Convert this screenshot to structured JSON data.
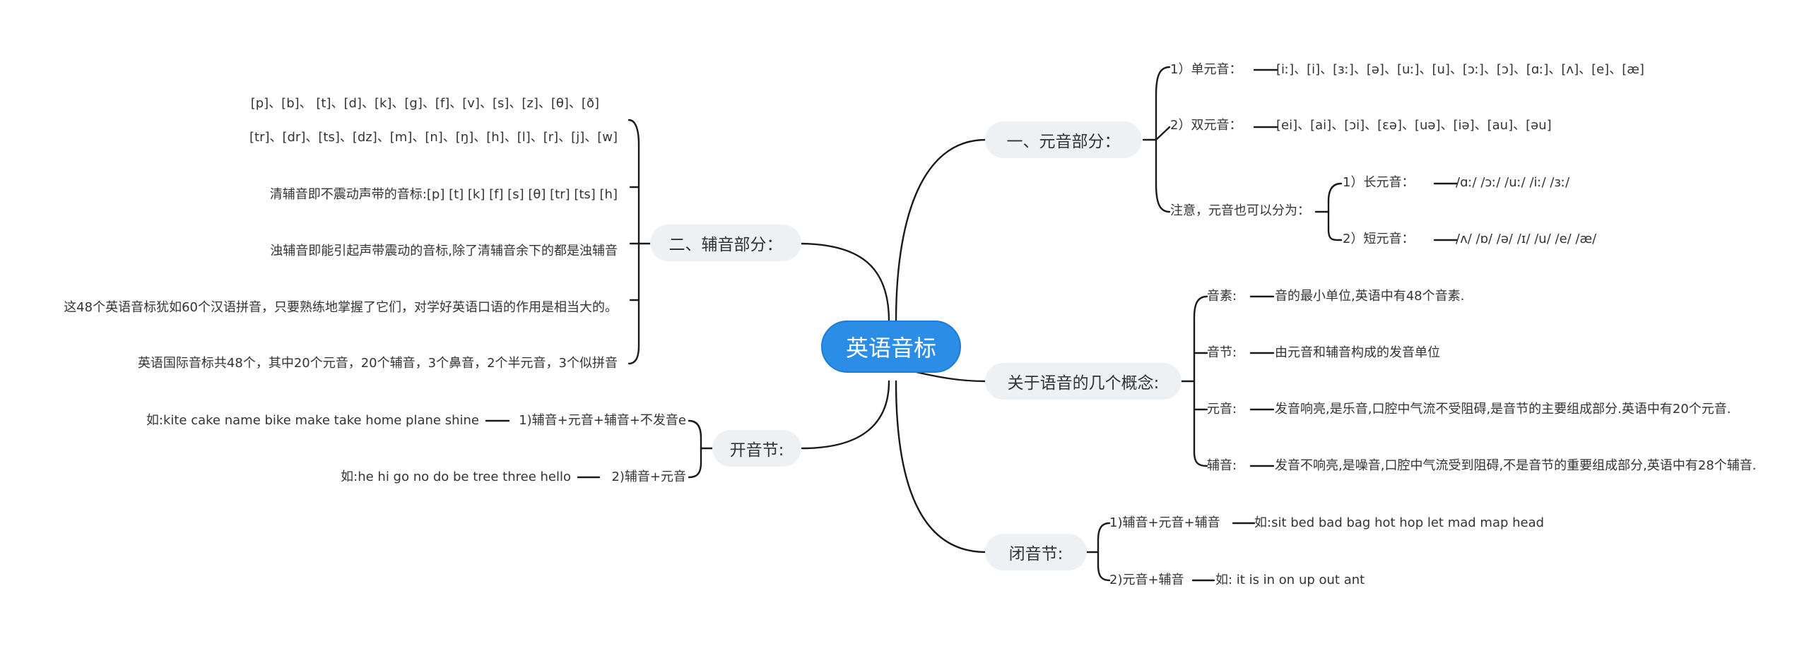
{
  "root": {
    "label": "英语音标"
  },
  "vowel": {
    "label": "一、元音部分：",
    "single": {
      "label": "1）单元音：",
      "value": "[iː]、[i]、[ɜː]、[ə]、[uː]、[u]、[ɔː]、[ɔ]、[ɑː]、[ʌ]、[e]、[æ]"
    },
    "double": {
      "label": "2）双元音：",
      "value": "[ei]、[ai]、[ɔi]、[ɛə]、[uə]、[iə]、[au]、[əu]"
    },
    "note": {
      "label": "注意，元音也可以分为：",
      "long": {
        "label": "1）长元音：",
        "value": "/ɑː/ /ɔː/ /uː/ /iː/ /ɜː/"
      },
      "short": {
        "label": "2）短元音：",
        "value": "/ʌ/ /ɒ/ /ə/ /ɪ/ /u/ /e/ /æ/"
      }
    }
  },
  "concepts": {
    "label": "关于语音的几个概念:",
    "items": [
      {
        "term": "音素:",
        "desc": "音的最小单位,英语中有48个音素."
      },
      {
        "term": "音节:",
        "desc": "由元音和辅音构成的发音单位"
      },
      {
        "term": "元音:",
        "desc": "发音响亮,是乐音,口腔中气流不受阻碍,是音节的主要组成部分.英语中有20个元音."
      },
      {
        "term": "辅音:",
        "desc": "发音不响亮,是噪音,口腔中气流受到阻碍,不是音节的重要组成部分,英语中有28个辅音."
      }
    ]
  },
  "closed": {
    "label": "闭音节:",
    "items": [
      {
        "rule": "1)辅音+元音+辅音",
        "example": "如:sit  bed  bad  bag  hot  hop  let  mad  map  head"
      },
      {
        "rule": "2)元音+辅音",
        "example": "如: it  is   in  on  up  out  ant"
      }
    ]
  },
  "consonant": {
    "label": "二、辅音部分：",
    "items": [
      "[p]、[b]、 [t]、[d]、[k]、[g]、[f]、[v]、[s]、[z]、[θ]、[ð]",
      "[tr]、[dr]、[ts]、[dz]、[m]、[n]、[ŋ]、[h]、[l]、[r]、[j]、[w]",
      "清辅音即不震动声带的音标:[p] [t] [k] [f] [s] [θ] [tr] [ts] [h]",
      "浊辅音即能引起声带震动的音标,除了清辅音余下的都是浊辅音",
      "这48个英语音标犹如60个汉语拼音，只要熟练地掌握了它们，对学好英语口语的作用是相当大的。",
      "英语国际音标共48个，其中20个元音，20个辅音，3个鼻音，2个半元音，3个似拼音"
    ]
  },
  "open": {
    "label": "开音节:",
    "items": [
      {
        "rule": "1)辅音+元音+辅音+不发音e",
        "example": "如:kite  cake  name  bike  make  take  home plane  shine"
      },
      {
        "rule": "2)辅音+元音",
        "example": "如:he  hi  go  no  do  be  tree  three  hello"
      }
    ]
  },
  "colors": {
    "root": "#2b8de6",
    "pill": "#eef1f4",
    "line": "#1a1a1a",
    "text": "#333333"
  }
}
